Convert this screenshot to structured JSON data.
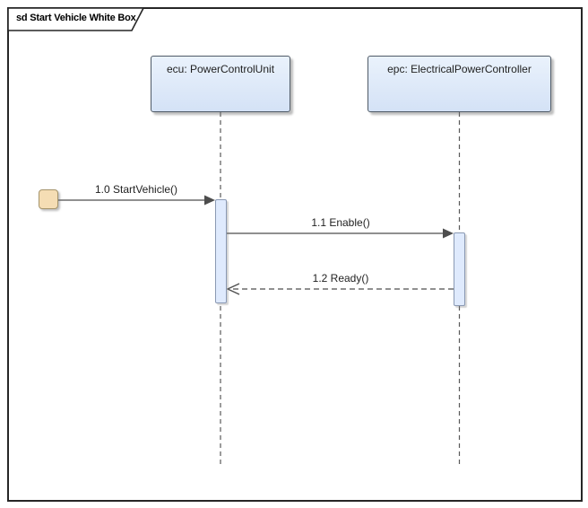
{
  "frame": {
    "title": "sd Start Vehicle White Box"
  },
  "lifelines": [
    {
      "id": "ecu",
      "label": "ecu: PowerControlUnit"
    },
    {
      "id": "epc",
      "label": "epc: ElectricalPowerController"
    }
  ],
  "messages": [
    {
      "seq": "1.0",
      "label": "1.0 StartVehicle()",
      "kind": "synchronous",
      "from": "found-endpoint",
      "to": "ecu"
    },
    {
      "seq": "1.1",
      "label": "1.1 Enable()",
      "kind": "synchronous",
      "from": "ecu",
      "to": "epc"
    },
    {
      "seq": "1.2",
      "label": "1.2 Ready()",
      "kind": "return",
      "from": "epc",
      "to": "ecu"
    }
  ],
  "colors": {
    "frame_border": "#262626",
    "header_fill_top": "#eaf2fc",
    "header_fill_bottom": "#d4e2f6",
    "header_border": "#4f5a66",
    "activation_fill": "#dfeafd",
    "activation_border": "#8a99b3",
    "endpoint_fill": "#f5ddb4",
    "endpoint_border": "#a5946b",
    "line_color": "#4d4d4d",
    "lifeline_color": "#595959",
    "text_color": "#1f1f1f",
    "shadow_color": "rgba(110,110,110,0.45)",
    "shadow_color_light": "rgba(120,120,120,0.3)"
  }
}
